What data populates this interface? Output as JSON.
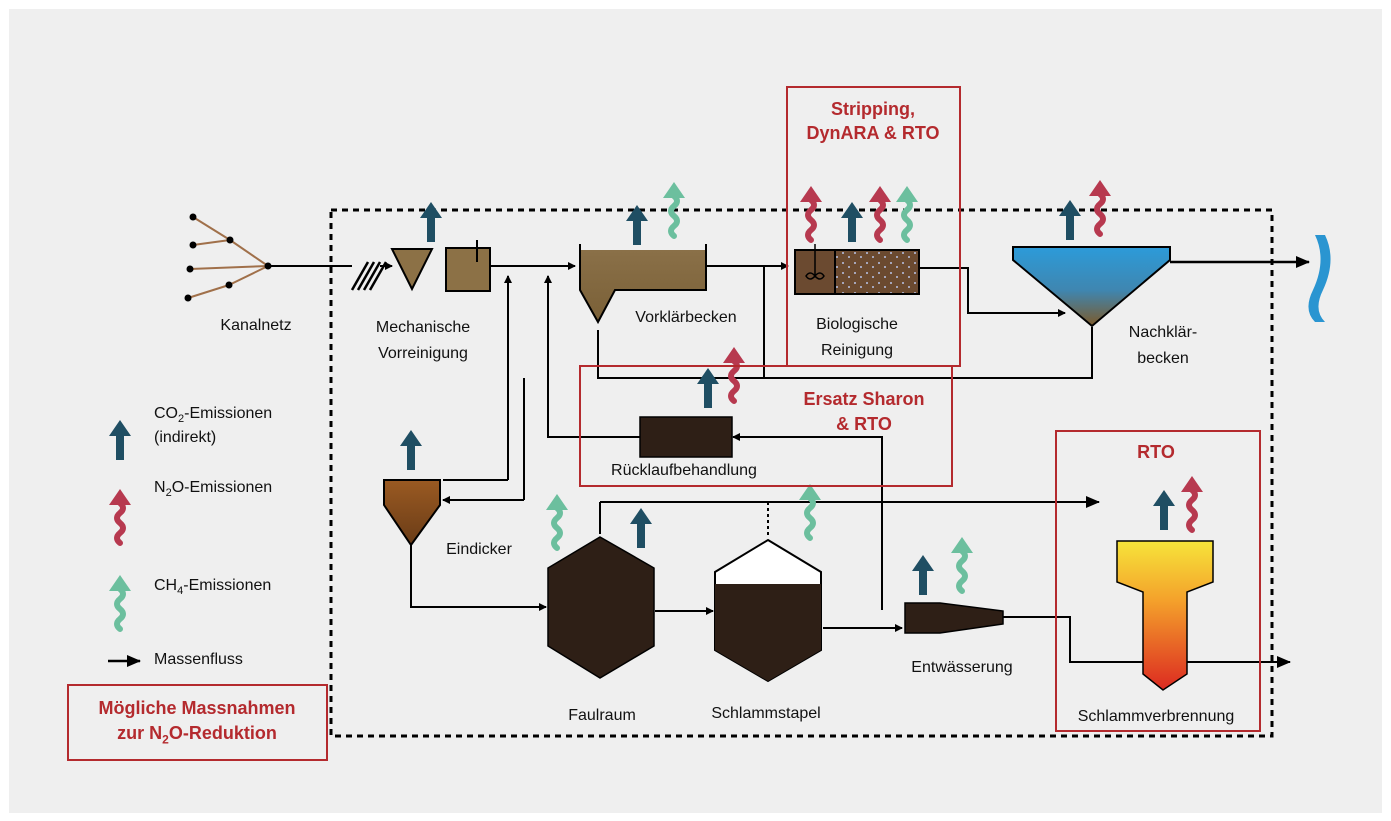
{
  "colors": {
    "co2": "#1f4e63",
    "n2o": "#b7394f",
    "ch4": "#6cbf9e",
    "measure_red": "#b42a2e",
    "sludge_dark": "#2e1f16",
    "primary_sludge": "#8c7146",
    "water_blue": "#2a95d1",
    "background": "#efefef"
  },
  "stages": {
    "kanalnetz": "Kanalnetz",
    "mech_1": "Mechanische",
    "mech_2": "Vorreinigung",
    "vorklaer": "Vorklärbecken",
    "bio_1": "Biologische",
    "bio_2": "Reinigung",
    "nach_1": "Nachklär-",
    "nach_2": "becken",
    "ruecklauf": "Rücklaufbehandlung",
    "eindicker": "Eindicker",
    "faulraum": "Faulraum",
    "schlammstapel": "Schlammstapel",
    "entwaesserung": "Entwässerung",
    "verbrennung": "Schlammverbrennung"
  },
  "measures": {
    "stripping_1": "Stripping,",
    "stripping_2": "DynARA & RTO",
    "sharon_1": "Ersatz Sharon",
    "sharon_2": "& RTO",
    "rto": "RTO",
    "title_1": "Mögliche Massnahmen",
    "title_2_pre": "zur N",
    "title_2_sub": "2",
    "title_2_post": "O-Reduktion"
  },
  "legend": {
    "co2_pre": "CO",
    "co2_sub": "2",
    "co2_post": "-Emissionen",
    "co2_line2": "(indirekt)",
    "n2o_pre": "N",
    "n2o_sub": "2",
    "n2o_post": "O-Emissionen",
    "ch4_pre": "CH",
    "ch4_sub": "4",
    "ch4_post": "-Emissionen",
    "flow": "Massenfluss"
  },
  "icons": [
    "co2-arrow-icon",
    "n2o-wave-arrow-icon",
    "ch4-wave-arrow-icon",
    "mass-flow-arrow-icon",
    "river-outlet-icon"
  ]
}
